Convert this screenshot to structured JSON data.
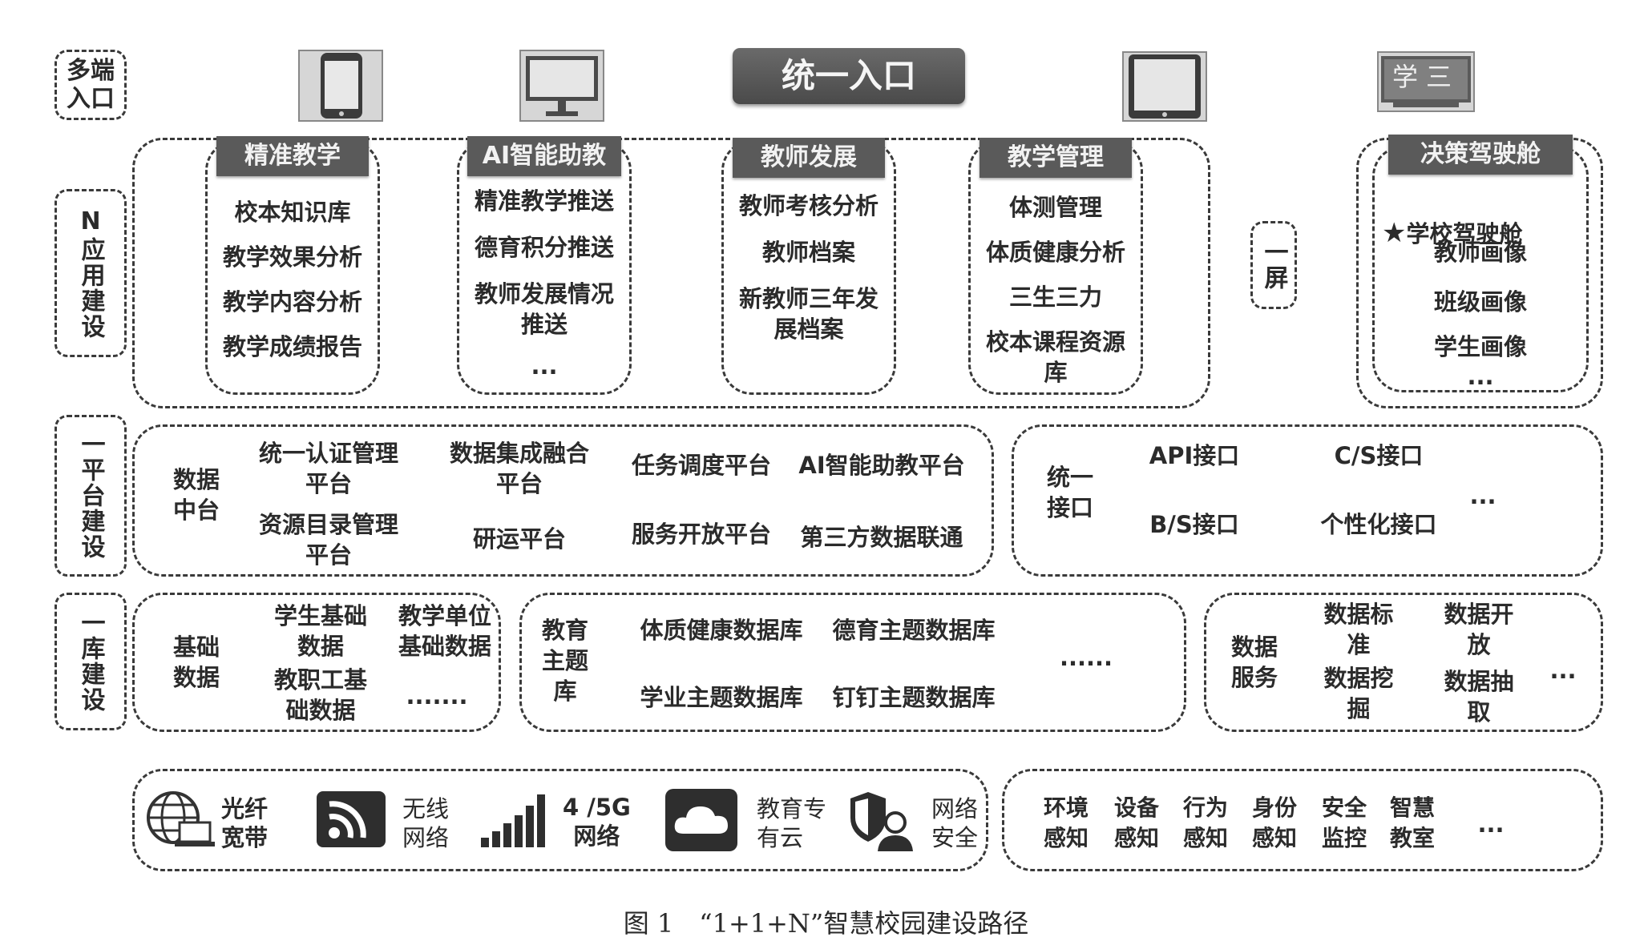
{
  "side_labels": {
    "multi_entry": "多端\n入口",
    "n_app": "N应用建设",
    "one_screen": "一屏",
    "one_platform": "一平台建设",
    "one_library": "一库建设"
  },
  "entry_button": "统一入口",
  "whiteboard_text": "学三",
  "app_modules": [
    {
      "title": "精准教学",
      "items": [
        "校本知识库",
        "教学效果分析",
        "教学内容分析",
        "教学成绩报告"
      ]
    },
    {
      "title": "AI智能助教",
      "items": [
        "精准教学推送",
        "德育积分推送",
        "教师发展情况\n推送",
        "..."
      ]
    },
    {
      "title": "教师发展",
      "items": [
        "教师考核分析",
        "教师档案",
        "新教师三年发\n展档案"
      ]
    },
    {
      "title": "教学管理",
      "items": [
        "体测管理",
        "体质健康分析",
        "三生三力",
        "校本课程资源\n库"
      ]
    }
  ],
  "decision_cockpit": {
    "title": "决策驾驶舱",
    "star": "★",
    "items": [
      "学校驾驶舱",
      "教师画像",
      "班级画像",
      "学生画像",
      "..."
    ]
  },
  "platform": {
    "label": "数据\n中台",
    "items": [
      "统一认证管理\n平台",
      "数据集成融合\n平台",
      "任务调度平台",
      "AI智能助教平台",
      "资源目录管理\n平台",
      "研运平台",
      "服务开放平台",
      "第三方数据联通"
    ]
  },
  "interface": {
    "label": "统一\n接口",
    "items": [
      "API接口",
      "C/S接口",
      "...",
      "B/S接口",
      "个性化接口"
    ]
  },
  "base_data": {
    "label": "基础\n数据",
    "items": [
      "学生基础\n数据",
      "教学单位\n基础数据",
      "教职工基\n础数据",
      "......."
    ]
  },
  "edu_db": {
    "label": "教育\n主题\n库",
    "items": [
      "体质健康数据库",
      "德育主题数据库",
      "......",
      "学业主题数据库",
      "钉钉主题数据库"
    ]
  },
  "data_service": {
    "label": "数据\n服务",
    "items": [
      "数据标\n准",
      "数据开\n放",
      "...",
      "数据挖\n掘",
      "数据抽\n取"
    ]
  },
  "infrastructure": {
    "items": [
      "光纤\n宽带",
      "无线\n网络",
      "4 /5G\n网络",
      "教育专\n有云",
      "网络\n安全"
    ]
  },
  "perception": {
    "items": [
      "环境\n感知",
      "设备\n感知",
      "行为\n感知",
      "身份\n感知",
      "安全\n监控",
      "智慧\n教室",
      "..."
    ]
  },
  "caption": "图 1　“1+1+N”智慧校园建设路径",
  "colors": {
    "tab_bg": "#5a5a5a",
    "entry_bg": "#555555",
    "border": "#3a3a3a",
    "text": "#2b2b2b"
  },
  "icons": [
    "phone-icon",
    "monitor-icon",
    "tablet-icon",
    "whiteboard-icon",
    "globe-laptop-icon",
    "rss-icon",
    "signal-bars-icon",
    "cloud-icon",
    "shield-user-icon",
    "star-icon"
  ]
}
